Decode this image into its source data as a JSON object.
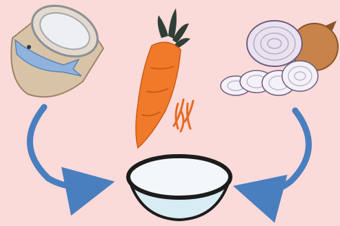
{
  "diagram": {
    "background_color": "#FBDADA",
    "arrow_color": "#4A7FBF",
    "items": [
      {
        "name": "canned-fish",
        "icon": "canned-fish-icon"
      },
      {
        "name": "carrot",
        "icon": "carrot-icon"
      },
      {
        "name": "onion",
        "icon": "onion-icon"
      },
      {
        "name": "bowl",
        "icon": "bowl-icon"
      }
    ],
    "flows": [
      {
        "from": "canned-fish",
        "to": "bowl"
      },
      {
        "from": "onion",
        "to": "bowl"
      }
    ],
    "colors": {
      "can": "#D9C3A6",
      "fish": "#8FB3DD",
      "carrot": "#F07A2A",
      "carrot_leaves": "#2F3F38",
      "onion_skin": "#C8834A",
      "onion_flesh": "#E9E3F0",
      "bowl_rim": "#1C1C1C",
      "bowl_inside": "#F4F7FA",
      "bowl_body": "#D8ECF3"
    }
  }
}
